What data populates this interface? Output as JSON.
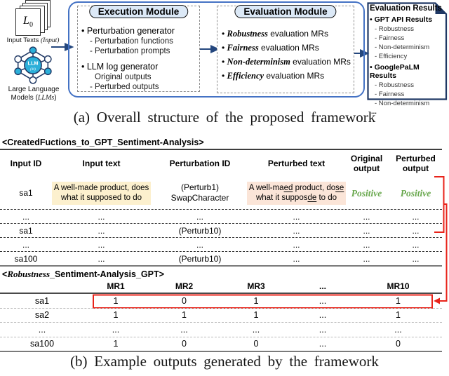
{
  "diagram": {
    "docs_label_main": "L",
    "docs_label_sub": "0",
    "input_texts_prefix": "Input Texts ",
    "input_texts_italic": "(Input)",
    "llm_node_text": "LLM",
    "llm_node_subtext": "(M)",
    "llm_caption_line1": "Large Language",
    "llm_caption_prefix": "Models (",
    "llm_caption_italic": "LLMs",
    "llm_caption_suffix": ")",
    "execution": {
      "title": "Execution Module",
      "items": [
        {
          "kind": "bullet",
          "text": "Perturbation generator"
        },
        {
          "kind": "dash",
          "text": "Perturbation functions"
        },
        {
          "kind": "dash",
          "text": "Perturbation prompts"
        },
        {
          "kind": "bullet",
          "text": "LLM log generator"
        },
        {
          "kind": "plain",
          "text": "Original outputs"
        },
        {
          "kind": "dash",
          "text": "Perturbed outputs"
        }
      ]
    },
    "evaluation": {
      "title": "Evaluation Module",
      "items": [
        {
          "italic": "Robustness",
          "rest": " evaluation MRs"
        },
        {
          "italic": "Fairness",
          "rest": " evaluation MRs"
        },
        {
          "italic": "Non-determinism",
          "rest": " evaluation MRs"
        },
        {
          "italic": "Efficiency",
          "rest": " evaluation MRs"
        }
      ]
    },
    "results": {
      "title": "Evaluation Results",
      "groups": [
        {
          "title": "GPT API Results",
          "items": [
            "Robustness",
            "Fairness",
            "Non-determinism",
            "Efficiency"
          ]
        },
        {
          "title": "GooglePaLM Results",
          "items": [
            "Robustness",
            "Fairness",
            "Non-determinism"
          ]
        }
      ],
      "more": "..."
    }
  },
  "caption_a": "(a) Overall structure of the proposed framework",
  "caption_b": "(b) Example outputs generated by the framework",
  "table1": {
    "title": "<CreatedFuctions_to_GPT_Sentiment-Analysis>",
    "headers": [
      "Input ID",
      "Input text",
      "Perturbation ID",
      "Perturbed text",
      "Original output",
      "Perturbed output"
    ],
    "row1": {
      "id": "sa1",
      "input_line1": "A well-made product, does",
      "input_line2": "what it supposed to do",
      "perturb_line1": "(Perturb1)",
      "perturb_line2": "SwapCharacter",
      "perturbed_line1": [
        {
          "t": "A well-ma"
        },
        {
          "t": "ed",
          "u": true
        },
        {
          "t": " product, do"
        },
        {
          "t": "se",
          "u": true
        }
      ],
      "perturbed_line2": [
        {
          "t": "what it suppos"
        },
        {
          "t": "de",
          "u": true
        },
        {
          "t": " to do"
        }
      ],
      "original_output": "Positive",
      "perturbed_output": "Positive"
    },
    "rows": [
      [
        "...",
        "...",
        "...",
        "...",
        "...",
        "..."
      ],
      [
        "sa1",
        "...",
        "(Perturb10)",
        "...",
        "...",
        "..."
      ],
      [
        "...",
        "...",
        "...",
        "...",
        "...",
        "..."
      ],
      [
        "sa100",
        "...",
        "(Perturb10)",
        "...",
        "...",
        "..."
      ]
    ]
  },
  "table2": {
    "title_prefix": "<",
    "title_italic": "Robustness",
    "title_rest": "_Sentiment-Analysis_GPT>",
    "headers": [
      "",
      "MR1",
      "MR2",
      "MR3",
      "...",
      "MR10"
    ],
    "rows": [
      [
        "sa1",
        "1",
        "0",
        "1",
        "...",
        "1"
      ],
      [
        "sa2",
        "1",
        "1",
        "1",
        "...",
        "1"
      ],
      [
        "...",
        "...",
        "...",
        "...",
        "...",
        "..."
      ],
      [
        "sa100",
        "1",
        "0",
        "0",
        "...",
        "0"
      ]
    ]
  },
  "colors": {
    "container_border": "#4472C4",
    "results_border": "#1F3864",
    "module_title_bg": "#DCE9F7",
    "flow_arrow": "#24477E",
    "red_annotation": "#E8231A",
    "input_highlight": "#FCF0CE",
    "perturbed_highlight": "#FBE5D8",
    "positive_green": "#69A84E",
    "llm_cyan": "#2BAFD9"
  }
}
